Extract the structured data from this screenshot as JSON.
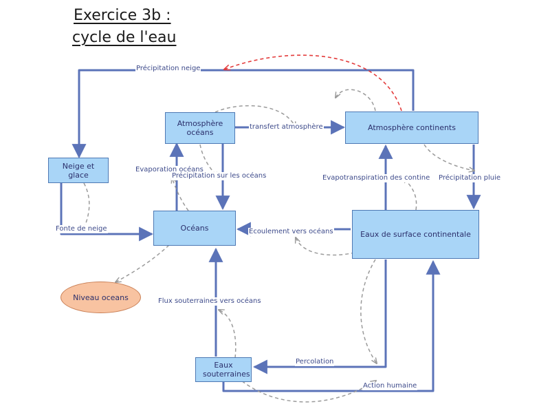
{
  "title": {
    "line1": "Exercice 3b :",
    "line2": "cycle de l'eau"
  },
  "nodes": {
    "atmo_oceans": "Atmosphère océans",
    "atmo_continents": "Atmosphère continents",
    "neige_glace": "Neige et glace",
    "oceans": "Océans",
    "eaux_surface": "Eaux de surface continentale",
    "niveau_oceans": "Niveau oceans",
    "eaux_souterraines": "Eaux souterraines"
  },
  "edges": {
    "precip_neige": "Précipitation neige",
    "transfert": "transfert atmosphère",
    "evaporation": "Evaporation océans",
    "precip_oceans": "Précipitation sur les océans",
    "evapotranspiration": "Evapotranspiration des contine",
    "precip_pluie": "Précipitation pluie",
    "fonte": "Fonte de neige",
    "ecoulement": "Ecoulement vers océans",
    "flux_sout": "Flux souterraines vers océans",
    "percolation": "Percolation",
    "action_humaine": "Action humaine"
  },
  "colors": {
    "box_fill": "#a9d5f7",
    "box_border": "#4d78b3",
    "oval_fill": "#f8c3a1",
    "flow_arrow": "#5b73b8",
    "dashed_influence": "#9a9a9a",
    "red_dashed": "#e33b3b",
    "label_text": "#3d4a8a"
  }
}
